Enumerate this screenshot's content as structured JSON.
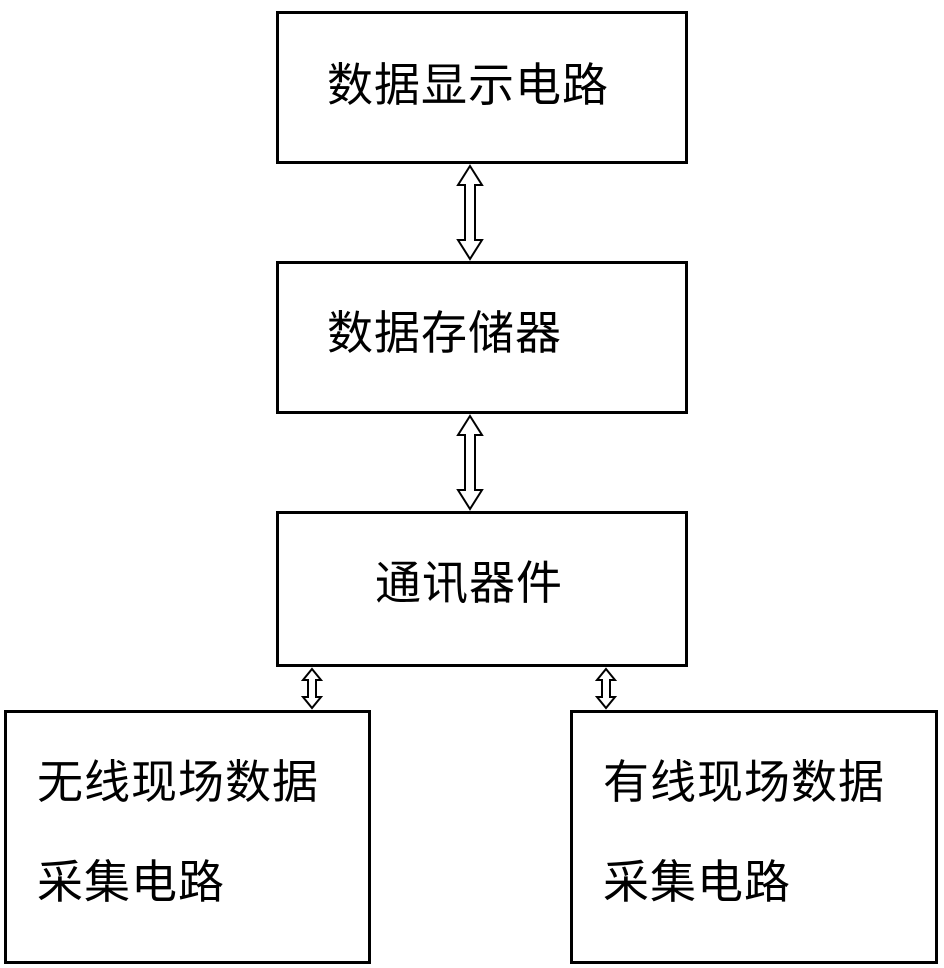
{
  "boxes": {
    "display": {
      "label": "数据显示电路"
    },
    "storage": {
      "label": "数据存储器"
    },
    "comm": {
      "label": "通讯器件"
    },
    "wireless": {
      "line1": "无线现场数据",
      "line2": "采集电路"
    },
    "wired": {
      "line1": "有线现场数据",
      "line2": "采集电路"
    }
  }
}
